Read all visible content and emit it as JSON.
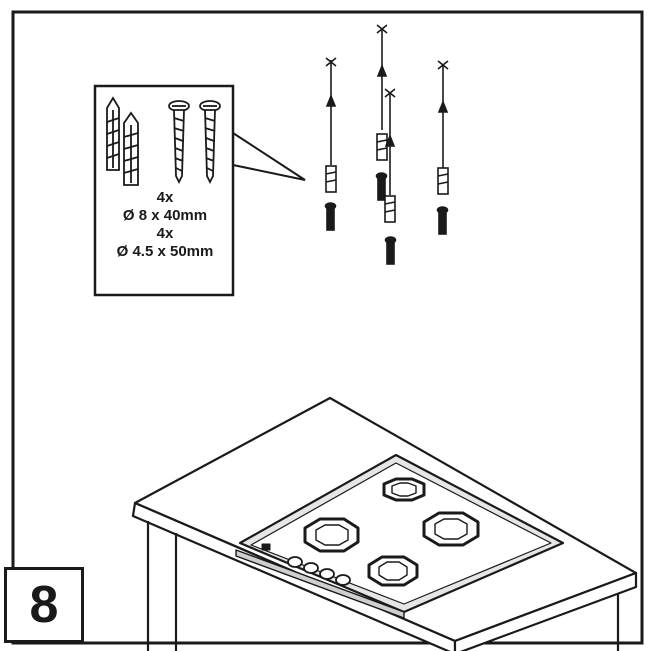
{
  "step": {
    "number": "8"
  },
  "hardware": {
    "plugs": {
      "count": "4x",
      "size": "Ø 8 x 40mm"
    },
    "screws": {
      "count": "4x",
      "size": "Ø 4.5 x 50mm"
    }
  },
  "colors": {
    "line": "#1a1a1a",
    "background": "#ffffff",
    "panel": "#e6e6e6"
  }
}
